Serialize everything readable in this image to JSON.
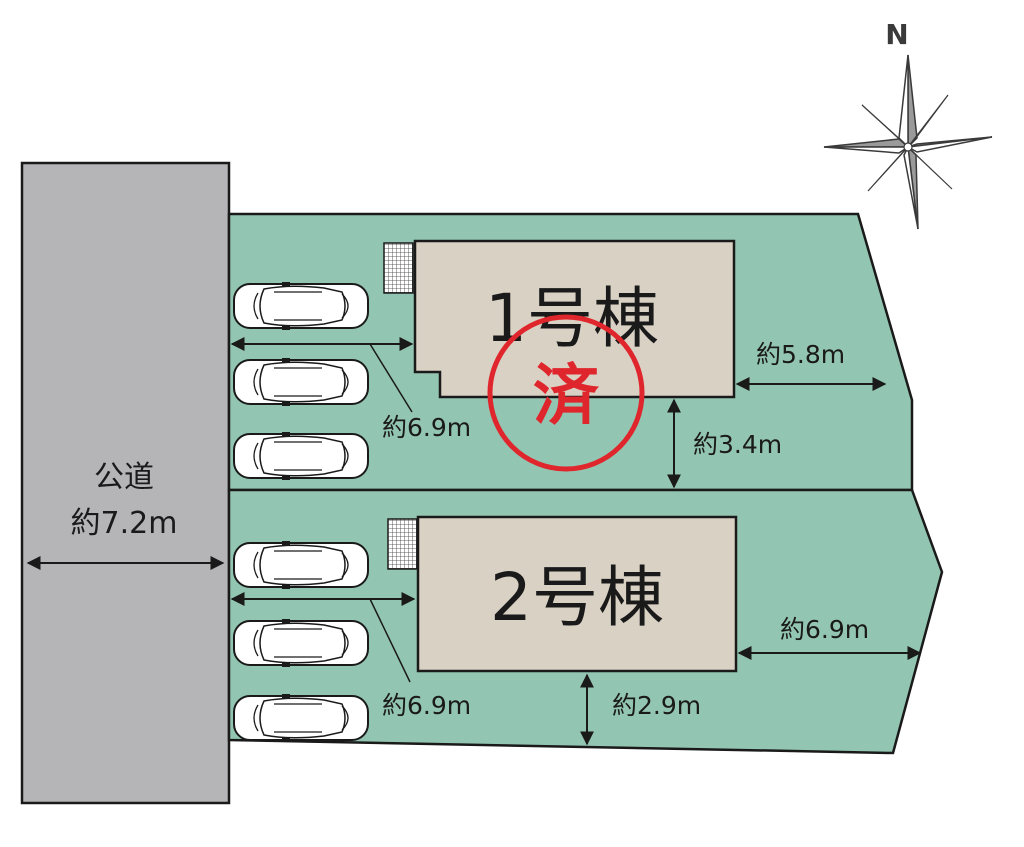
{
  "road": {
    "label": "公道",
    "width": "約7.2m",
    "color": "#b5b5b7"
  },
  "lot_color": "#93c6b2",
  "building_color": "#d9d1c4",
  "compass": {
    "north_label": "N",
    "icon": "compass-rose-icon"
  },
  "lots": [
    {
      "building": "1号棟",
      "status_stamp": "済",
      "dimensions": {
        "to_road": "約6.9m",
        "to_east": "約5.8m",
        "to_south": "約3.4m"
      },
      "parking_spaces": 3
    },
    {
      "building": "2号棟",
      "dimensions": {
        "to_road": "約6.9m",
        "to_east": "約6.9m",
        "to_south": "約2.9m"
      },
      "parking_spaces": 3
    }
  ],
  "stamp_color": "#e0262d"
}
